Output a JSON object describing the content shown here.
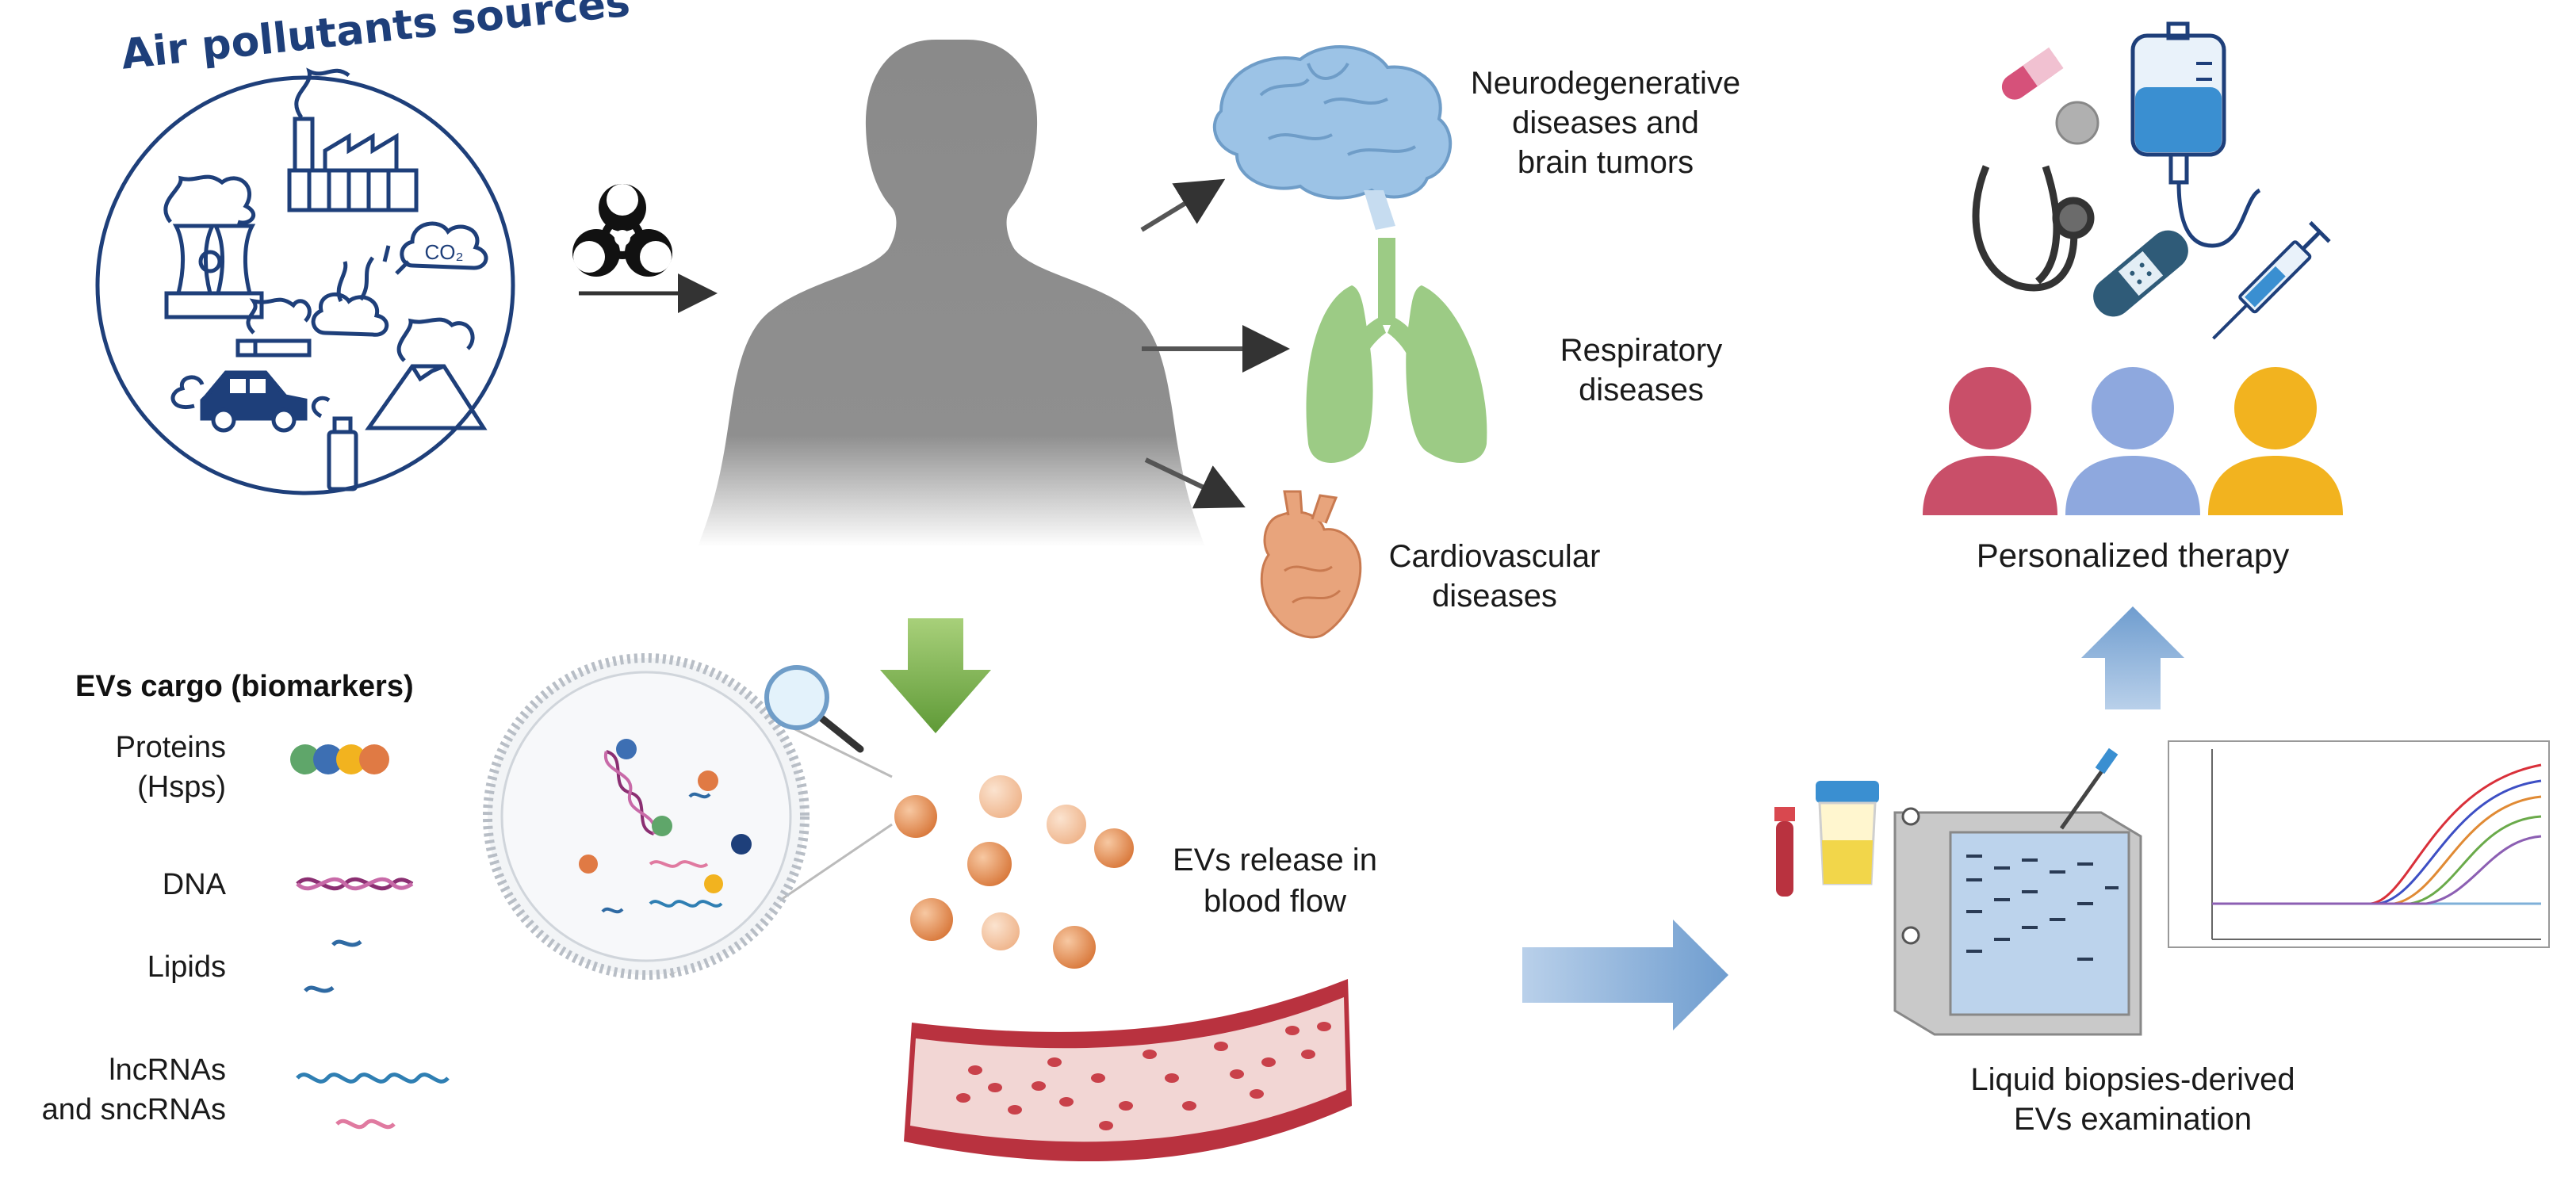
{
  "sources": {
    "title": "Air pollutants sources",
    "co2_label": "CO₂",
    "icons": [
      "factory-icon",
      "power-plant-icon",
      "co2-cloud-icon",
      "cigarette-icon",
      "wildfire-icon",
      "car-icon",
      "spray-can-icon",
      "volcano-icon"
    ]
  },
  "hazard_icon": "biohazard-icon",
  "diseases": [
    {
      "id": "neuro",
      "lines": [
        "Neurodegenerative",
        "diseases and",
        "brain tumors"
      ],
      "icon": "brain-icon"
    },
    {
      "id": "resp",
      "lines": [
        "Respiratory",
        "diseases"
      ],
      "icon": "lungs-icon"
    },
    {
      "id": "cardio",
      "lines": [
        "Cardiovascular",
        "diseases"
      ],
      "icon": "heart-icon"
    }
  ],
  "cargo": {
    "title": "EVs cargo (biomarkers)",
    "items": [
      {
        "lines": [
          "Proteins",
          "(Hsps)"
        ],
        "icon": "protein-beads-icon"
      },
      {
        "lines": [
          "DNA"
        ],
        "icon": "dna-helix-icon"
      },
      {
        "lines": [
          "Lipids"
        ],
        "icon": "lipid-icon"
      },
      {
        "lines": [
          "lncRNAs",
          "and sncRNAs"
        ],
        "icon": "rna-wave-icon"
      }
    ]
  },
  "release": {
    "lines": [
      "EVs release in",
      "blood flow"
    ]
  },
  "examination": {
    "lines": [
      "Liquid biopsies-derived",
      "EVs examination"
    ]
  },
  "therapy": {
    "label": "Personalized therapy"
  },
  "colors": {
    "navy": "#1e3f7a",
    "body_gray": "#8a8a8a",
    "brain_blue": "#9cc3e6",
    "lungs_green": "#9ccb85",
    "heart_orange": "#e8a47c",
    "ev_orange": "#e0894f",
    "vessel_red": "#c9414a",
    "person_red": "#c94f69",
    "person_blue": "#8ea8de",
    "person_yellow": "#f2b31f",
    "arrow_green": "#76ad48",
    "arrow_blue": "#8fb2d8"
  }
}
